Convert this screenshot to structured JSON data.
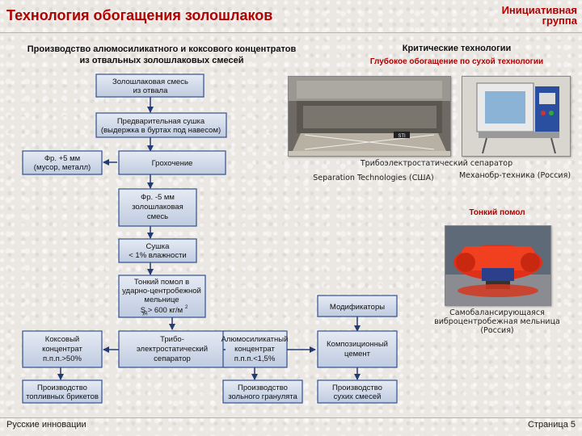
{
  "header": {
    "title": "Технология обогащения золошлаков",
    "brand_line1": "Инициативная",
    "brand_line2": "группа"
  },
  "left_section": {
    "title_line1": "Производство алюмосиликатного и коксового концентратов",
    "title_line2": "из отвальных золошлаковых смесей"
  },
  "flowchart": {
    "boxes": {
      "ash_mix": [
        "Золошлаковая смесь",
        "из отвала"
      ],
      "pre_drying": [
        "Предварительная сушка",
        "(выдержка в буртах под навесом)"
      ],
      "fraction_plus5": [
        "Фр. +5 мм",
        "(мусор, металл)"
      ],
      "screening": [
        "Грохочение"
      ],
      "fraction_minus5": [
        "Фр. -5 мм",
        "золошлаковая",
        "смесь"
      ],
      "drying": [
        "Сушка",
        "< 1% влажности"
      ],
      "fine_grinding": [
        "Тонкий помол в",
        "ударно-центробежной",
        "мельнице"
      ],
      "fine_grinding_spec": "S   > 600 кг/м",
      "coke_concentrate": [
        "Коксовый",
        "концентрат",
        "п.п.п.>50%"
      ],
      "tribo_separator": [
        "Трибо-",
        "электростатический",
        "сепаратор"
      ],
      "alumosilicate": [
        "Алюмосиликатный",
        "концентрат",
        "п.п.п.<1,5%"
      ],
      "modifiers": [
        "Модификаторы"
      ],
      "composite_cement": [
        "Композиционный",
        "цемент"
      ],
      "fuel_briquettes": [
        "Производство",
        "топливных брикетов"
      ],
      "ash_granulate": [
        "Производство",
        "зольного гранулята"
      ],
      "dry_mixes": [
        "Производство",
        "сухих смесей"
      ]
    }
  },
  "right_section": {
    "title": "Критические технологии",
    "subtitle": "Глубокое обогащение по сухой технологии",
    "caption_tribo": "Трибоэлектростатический сепаратор",
    "caption_separation_tech": "Separation Technologies (США)",
    "caption_mekhanobr": "Механобр-техника (Россия)",
    "fine_grinding_title": "Тонкий помол",
    "mill_caption_line1": "Самобалансирующаяся",
    "mill_caption_line2": "виброцентробежная мельница",
    "mill_caption_line3": "(Россия)",
    "photo_label": "STI"
  },
  "footer": {
    "left": "Русские инновации",
    "right": "Страница 5"
  },
  "colors": {
    "accent": "#b00000",
    "box_fill": "#cfd8e6",
    "box_border": "#2f4f8f",
    "arrow": "#243a72"
  }
}
